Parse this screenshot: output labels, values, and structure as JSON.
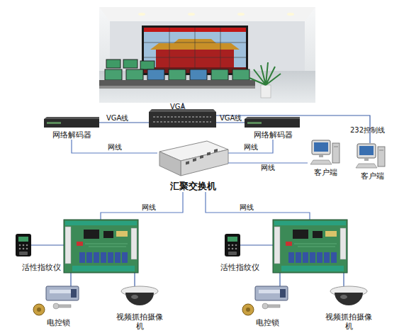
{
  "diagram": {
    "nodes": [
      {
        "text": [
          "网络解码器"
        ]
      },
      {
        "text": [
          "网络解码器"
        ]
      },
      {
        "text": [
          "客户端"
        ]
      },
      {
        "text": [
          "客户端"
        ]
      },
      {
        "text": [
          "汇聚交换机"
        ]
      },
      {
        "text": [
          "活性指纹仪"
        ]
      },
      {
        "text": [
          "活性指纹仪"
        ]
      },
      {
        "text": [
          "电控锁"
        ]
      },
      {
        "text": [
          "视频抓拍摄像机"
        ]
      },
      {
        "text": [
          "电控锁"
        ]
      },
      {
        "text": [
          "视频抓拍摄像机"
        ]
      }
    ],
    "edges": [
      {
        "from": 0,
        "to": 4,
        "label": "网线",
        "arrow": "none"
      },
      {
        "from": 4,
        "to": 1,
        "label": "网线",
        "arrow": "none"
      },
      {
        "from": 4,
        "to": 2,
        "label": "网线",
        "arrow": "none"
      }
    ],
    "labels": [
      "VGA",
      "VGA线",
      "VGA线",
      "232控制线",
      "网线",
      "网线"
    ]
  }
}
